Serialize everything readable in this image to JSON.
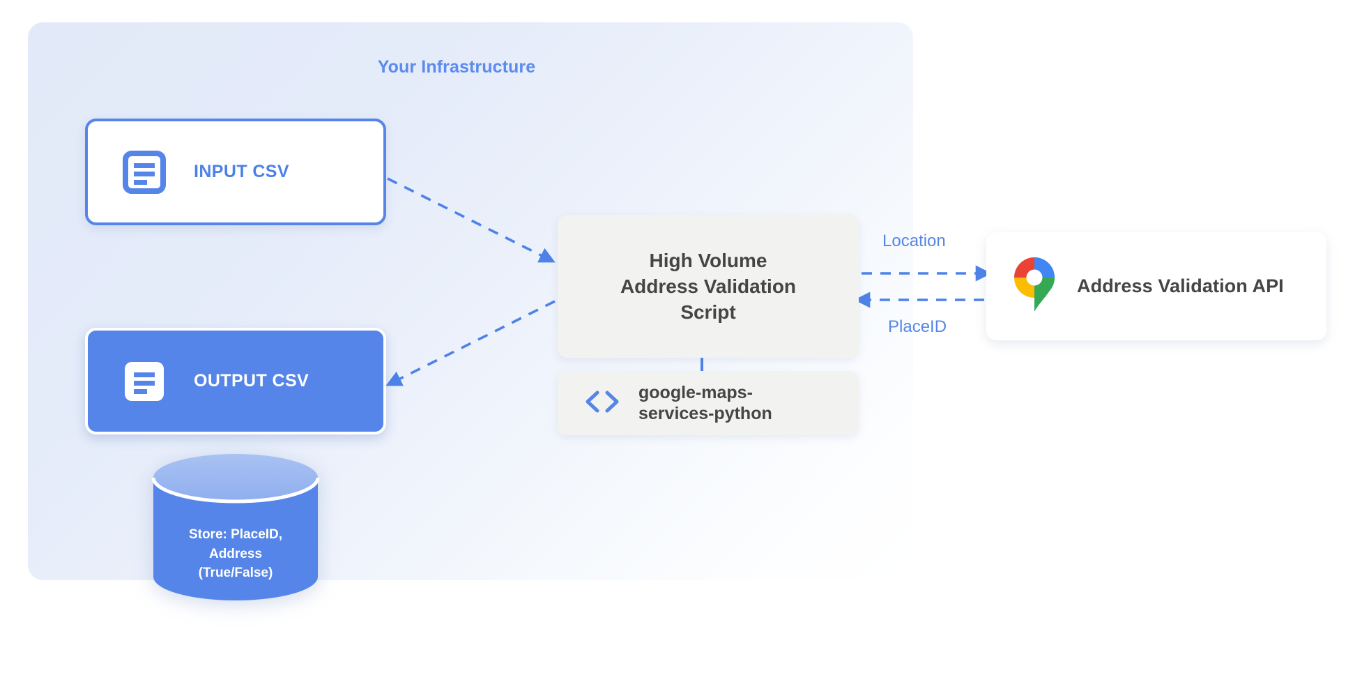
{
  "panel": {
    "title": "Your Infrastructure"
  },
  "nodes": {
    "input_csv": {
      "label": "INPUT CSV",
      "icon": "document-icon"
    },
    "output_csv": {
      "label": "OUTPUT CSV",
      "icon": "document-icon"
    },
    "database": {
      "line1": "Store: PlaceID,",
      "line2": "Address",
      "line3": "(True/False)"
    },
    "script": {
      "line1": "High Volume",
      "line2": "Address Validation",
      "line3": "Script"
    },
    "library": {
      "line1": "google-maps-",
      "line2": "services-python",
      "icon": "code-brackets-icon"
    },
    "api": {
      "label": "Address Validation API",
      "icon": "google-maps-pin-icon"
    }
  },
  "edges": {
    "location_label": "Location",
    "placeid_label": "PlaceID"
  },
  "colors": {
    "brand_blue": "#5585e8",
    "title_blue": "#5c8aee",
    "panel_bg": "#e2e9f8",
    "box_gray": "#f2f2f1",
    "text_dark": "#454545",
    "db_body": "#5585e8",
    "db_top": "#9cb9f0",
    "pin_blue": "#4285f4",
    "pin_red": "#ea4335",
    "pin_yellow": "#fbbc04",
    "pin_green": "#34a853"
  }
}
